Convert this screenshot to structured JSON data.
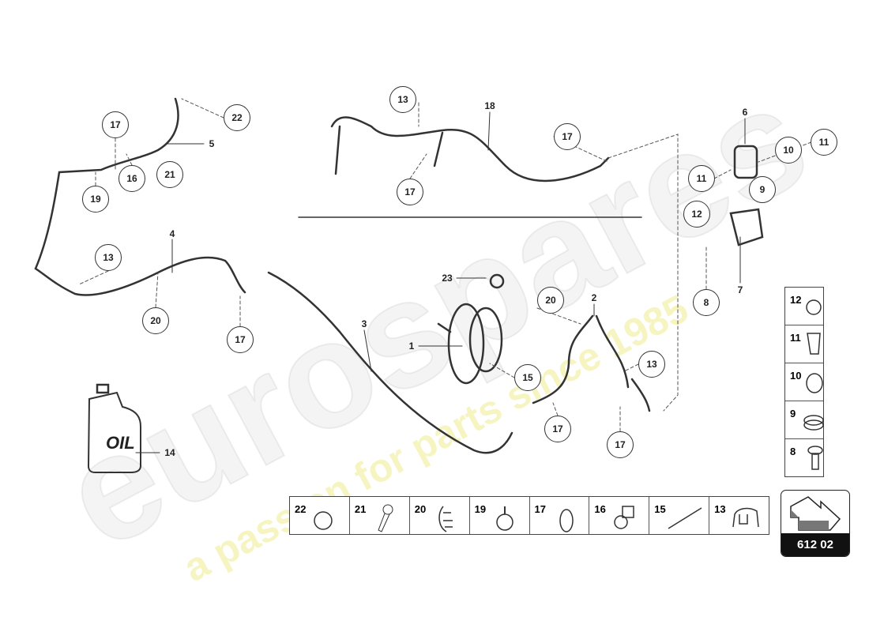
{
  "diagram": {
    "callouts": [
      "17",
      "22",
      "5",
      "21",
      "16",
      "19",
      "4",
      "13",
      "20",
      "17",
      "3",
      "13",
      "18",
      "17",
      "17",
      "6",
      "10",
      "11",
      "11",
      "9",
      "12",
      "7",
      "8",
      "23",
      "2",
      "20",
      "13",
      "1",
      "15",
      "17",
      "17",
      "14"
    ],
    "oil_label": "OIL",
    "parts_strip": [
      "22",
      "21",
      "20",
      "19",
      "17",
      "16",
      "15",
      "13"
    ],
    "parts_column": [
      "12",
      "11",
      "10",
      "9",
      "8"
    ],
    "diagram_code": "612 02",
    "watermark": {
      "brand": "eurospares",
      "tagline": "a passion for parts since 1985"
    }
  }
}
